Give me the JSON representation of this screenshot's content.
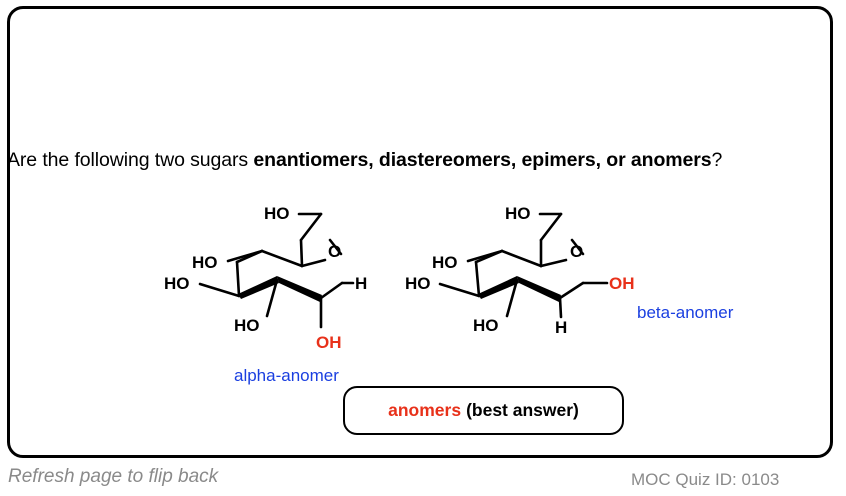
{
  "question": {
    "prefix": "Are the following two sugars ",
    "bold": "enantiomers, diastereomers, epimers, or anomers",
    "suffix": "?"
  },
  "alpha": {
    "labels": {
      "ho_top": "HO",
      "ho_upper": "HO",
      "ho_left": "HO",
      "ho_bottom": "HO",
      "o_ring": "O",
      "h": "H",
      "oh": "OH"
    },
    "name": "alpha-anomer"
  },
  "beta": {
    "labels": {
      "ho_top": "HO",
      "ho_upper": "HO",
      "ho_left": "HO",
      "ho_bottom": "HO",
      "o_ring": "O",
      "h": "H",
      "oh": "OH"
    },
    "name": "beta-anomer"
  },
  "answer": {
    "key": "anomers",
    "rest": "(best answer)"
  },
  "footer": {
    "left": "Refresh page to flip back",
    "right": "MOC Quiz ID: 0103"
  },
  "colors": {
    "highlight": "#e8311a",
    "caption": "#1a3fe0",
    "footer": "#8a8a8a"
  }
}
